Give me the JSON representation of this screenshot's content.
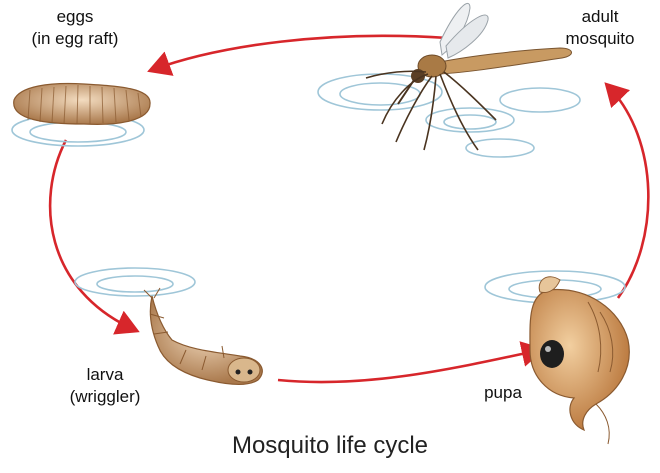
{
  "diagram": {
    "stages": {
      "eggs": {
        "line1": "eggs",
        "line2": "(in egg raft)"
      },
      "adult": {
        "line1": "adult",
        "line2": "mosquito"
      },
      "larva": {
        "line1": "larva",
        "line2": "(wriggler)"
      },
      "pupa": {
        "line1": "pupa"
      }
    },
    "caption": "Mosquito life cycle",
    "colors": {
      "arrow": "#d7262b",
      "ripple": "#9fc6d8",
      "body": "#c49a6c"
    }
  }
}
